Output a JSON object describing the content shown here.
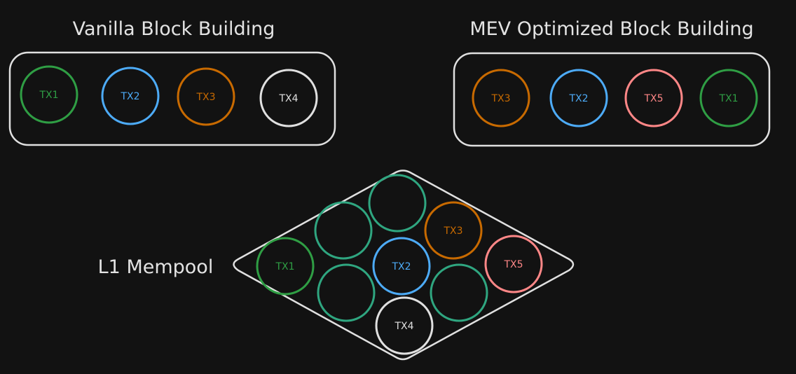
{
  "titles": {
    "vanilla": "Vanilla Block Building",
    "mev": "MEV Optimized Block Building",
    "mempool": "L1 Mempool"
  },
  "colors": {
    "background": "#121212",
    "outline": "#e0e0e0",
    "green": "#2f9e44",
    "blue": "#4dabf7",
    "orange": "#c86a00",
    "pink": "#ff8787",
    "teal": "#2fa680",
    "white": "#e0e0e0"
  },
  "vanilla_block": [
    {
      "label": "TX1",
      "color": "green"
    },
    {
      "label": "TX2",
      "color": "blue"
    },
    {
      "label": "TX3",
      "color": "orange"
    },
    {
      "label": "TX4",
      "color": "white"
    }
  ],
  "mev_block": [
    {
      "label": "TX3",
      "color": "orange"
    },
    {
      "label": "TX2",
      "color": "blue"
    },
    {
      "label": "TX5",
      "color": "pink"
    },
    {
      "label": "TX1",
      "color": "green"
    }
  ],
  "mempool": [
    {
      "label": "TX1",
      "color": "green"
    },
    {
      "label": "",
      "color": "teal"
    },
    {
      "label": "",
      "color": "teal"
    },
    {
      "label": "TX3",
      "color": "orange"
    },
    {
      "label": "TX2",
      "color": "blue"
    },
    {
      "label": "TX5",
      "color": "pink"
    },
    {
      "label": "",
      "color": "teal"
    },
    {
      "label": "",
      "color": "teal"
    },
    {
      "label": "TX4",
      "color": "white"
    }
  ]
}
